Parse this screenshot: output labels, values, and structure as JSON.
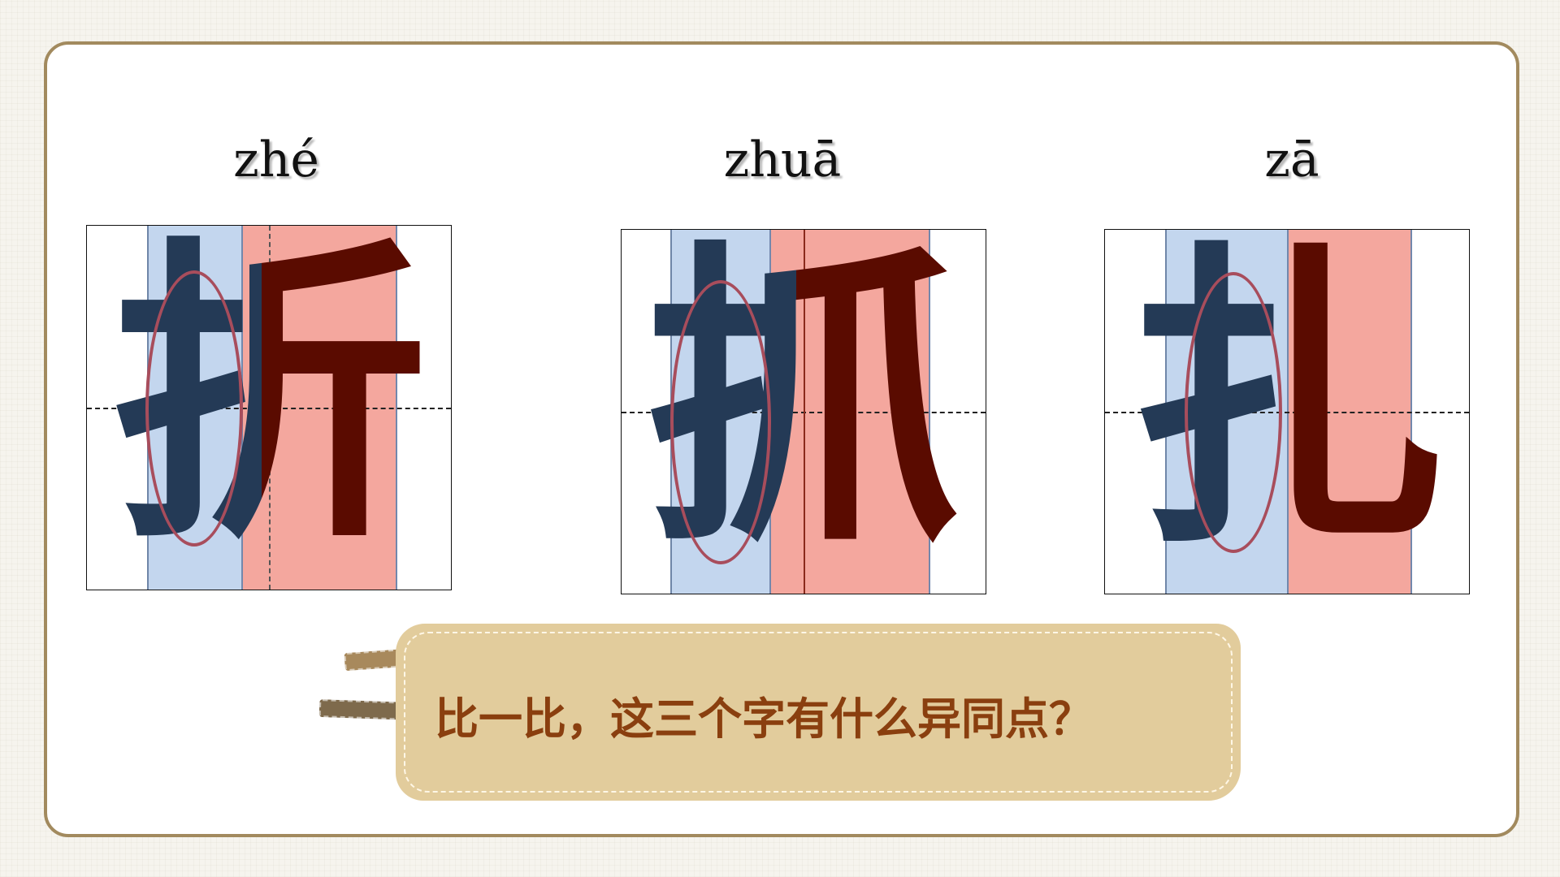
{
  "characters": [
    {
      "pinyin": "zhé",
      "char": "折"
    },
    {
      "pinyin": "zhuā",
      "char": "抓"
    },
    {
      "pinyin": "zā",
      "char": "扎"
    }
  ],
  "question": "比一比，这三个字有什么异同点？",
  "colors": {
    "frame": "#a28a5e",
    "radical_highlight": "#c3d6ee",
    "right_part_highlight": "#f4a79e",
    "radical_char": "#243a56",
    "right_part_char": "#5a0b00",
    "radical_oval": "#a84d5c",
    "note_paper": "#e2cc9c",
    "note_text": "#8a3f0f"
  }
}
